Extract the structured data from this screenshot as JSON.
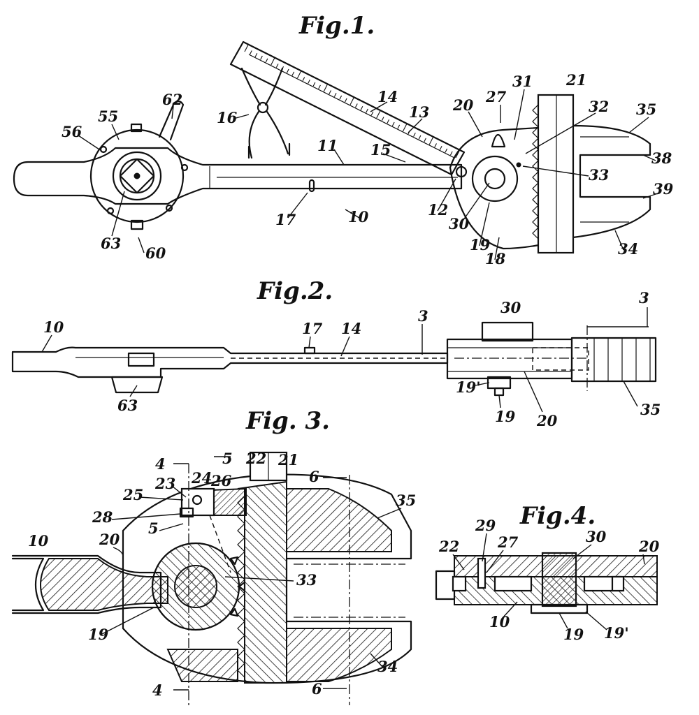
{
  "figures": {
    "fig1": {
      "title": "Fig.1.",
      "refs": {
        "r56": "56",
        "r55": "55",
        "r62": "62",
        "r16": "16",
        "r14": "14",
        "r13": "13",
        "r20": "20",
        "r27": "27",
        "r31": "31",
        "r21": "21",
        "r32": "32",
        "r35": "35",
        "r11": "11",
        "r15": "15",
        "r38": "38",
        "r33": "33",
        "r39": "39",
        "r17": "17",
        "r10": "10",
        "r12": "12",
        "r30": "30",
        "r19": "19",
        "r18": "18",
        "r34": "34",
        "r63": "63",
        "r60": "60"
      }
    },
    "fig2": {
      "title": "Fig.2.",
      "refs": {
        "r10": "10",
        "r17": "17",
        "r14": "14",
        "r3a": "3",
        "r30": "30",
        "r3b": "3",
        "r63": "63",
        "r19p": "19'",
        "r19": "19",
        "r20": "20",
        "r35": "35"
      }
    },
    "fig3": {
      "title": "Fig. 3.",
      "refs": {
        "r4a": "4",
        "r5a": "5",
        "r22": "22",
        "r21": "21",
        "r6a": "6",
        "r23": "23",
        "r24": "24",
        "r26": "26",
        "r35": "35",
        "r25": "25",
        "r28": "28",
        "r5b": "5",
        "r10": "10",
        "r20": "20",
        "r33": "33",
        "r19": "19",
        "r34": "34",
        "r4b": "4",
        "r6b": "6"
      }
    },
    "fig4": {
      "title": "Fig.4.",
      "refs": {
        "r22": "22",
        "r29": "29",
        "r27": "27",
        "r30": "30",
        "r20": "20",
        "r10": "10",
        "r19": "19",
        "r19p": "19'"
      }
    }
  }
}
